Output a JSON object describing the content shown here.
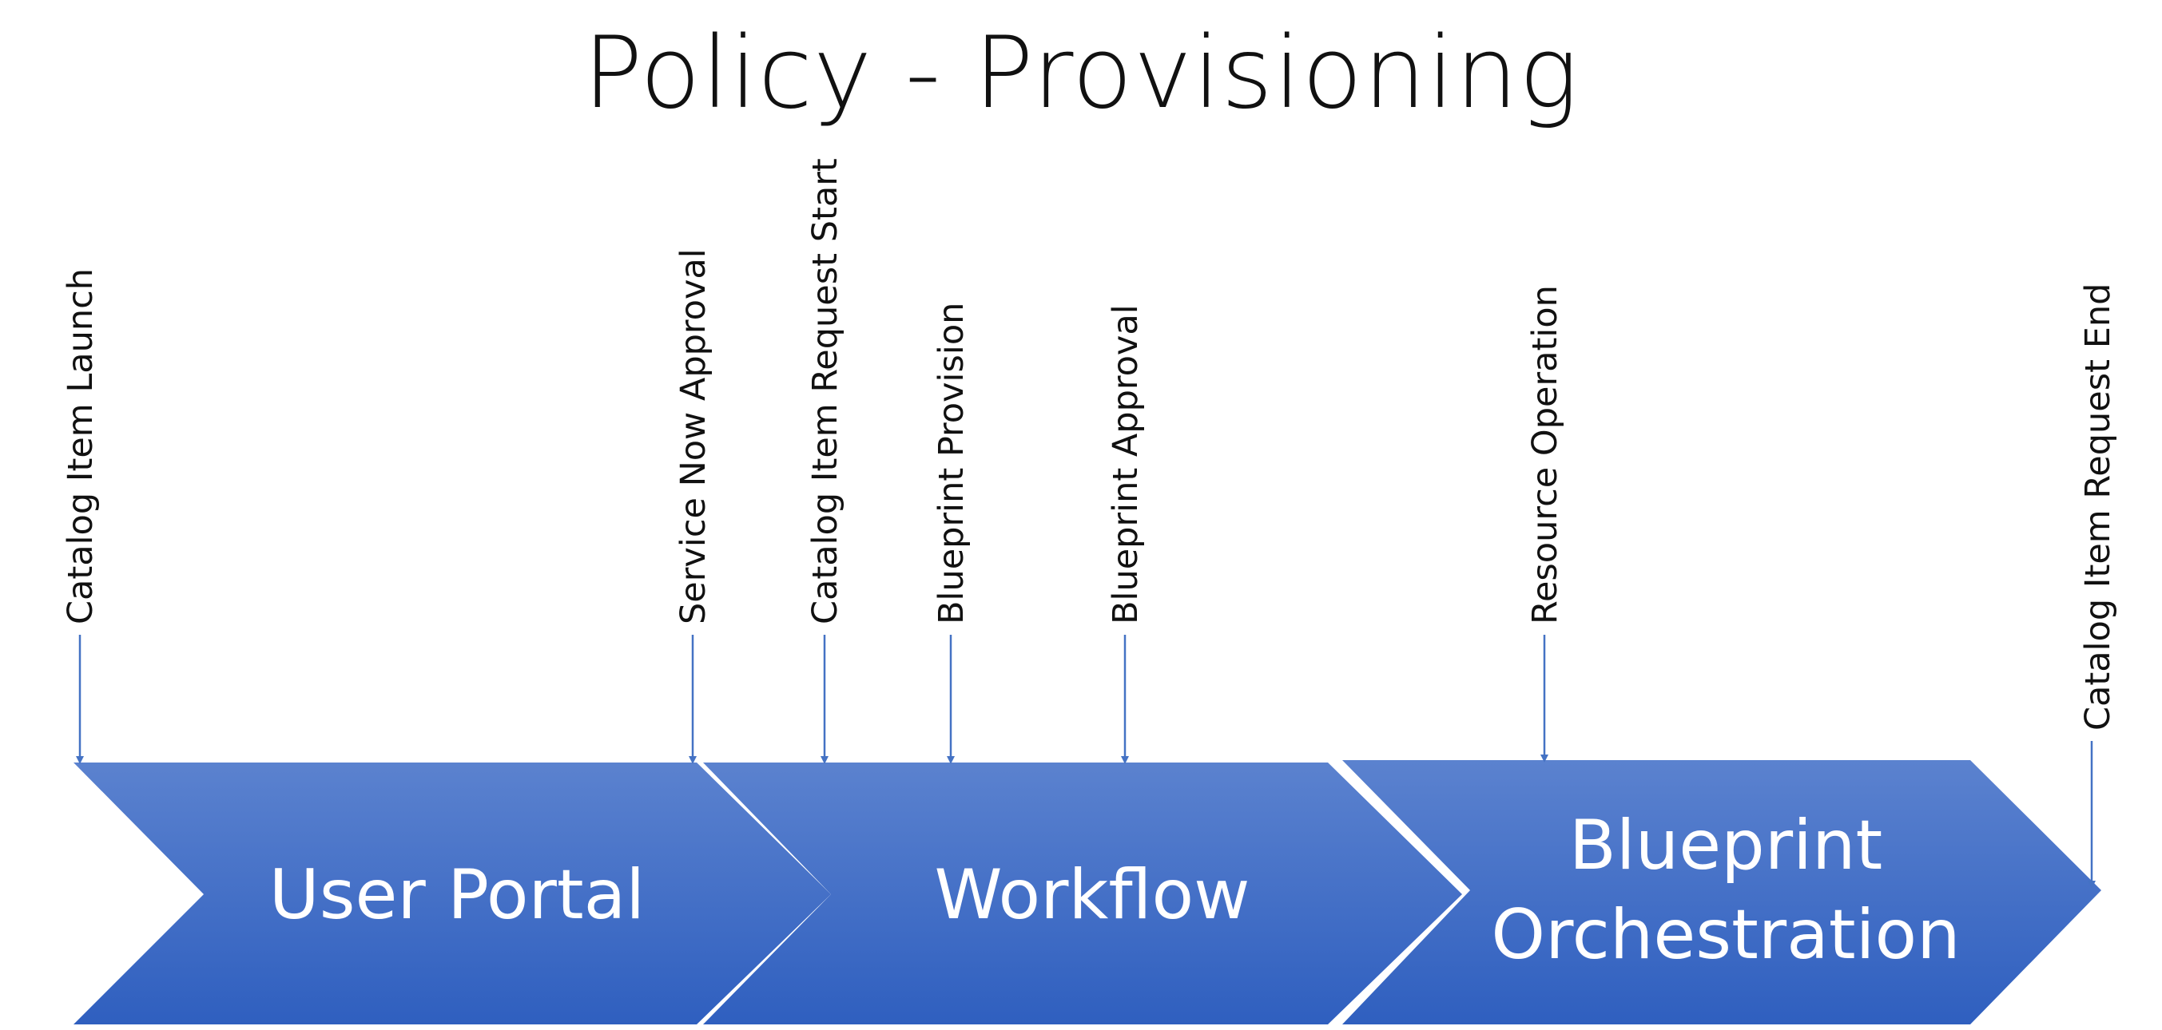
{
  "title": "Policy - Provisioning",
  "colors": {
    "chevron_top": "#5b82cf",
    "chevron_bottom": "#2f5fbf",
    "arrow": "#4472c4",
    "text_dark": "#111111",
    "text_light": "#ffffff"
  },
  "stages": [
    {
      "name": "user-portal",
      "lines": [
        "User Portal"
      ]
    },
    {
      "name": "workflow",
      "lines": [
        "Workflow"
      ]
    },
    {
      "name": "blueprint-orchestration",
      "lines": [
        "Blueprint",
        "Orchestration"
      ]
    }
  ],
  "milestones": [
    {
      "name": "catalog-item-launch",
      "label": "Catalog Item Launch"
    },
    {
      "name": "service-now-approval",
      "label": "Service Now Approval"
    },
    {
      "name": "catalog-item-request-start",
      "label": "Catalog Item Request Start"
    },
    {
      "name": "blueprint-provision",
      "label": "Blueprint Provision"
    },
    {
      "name": "blueprint-approval",
      "label": "Blueprint Approval"
    },
    {
      "name": "resource-operation",
      "label": "Resource Operation"
    },
    {
      "name": "catalog-item-request-end",
      "label": "Catalog Item Request End"
    }
  ]
}
